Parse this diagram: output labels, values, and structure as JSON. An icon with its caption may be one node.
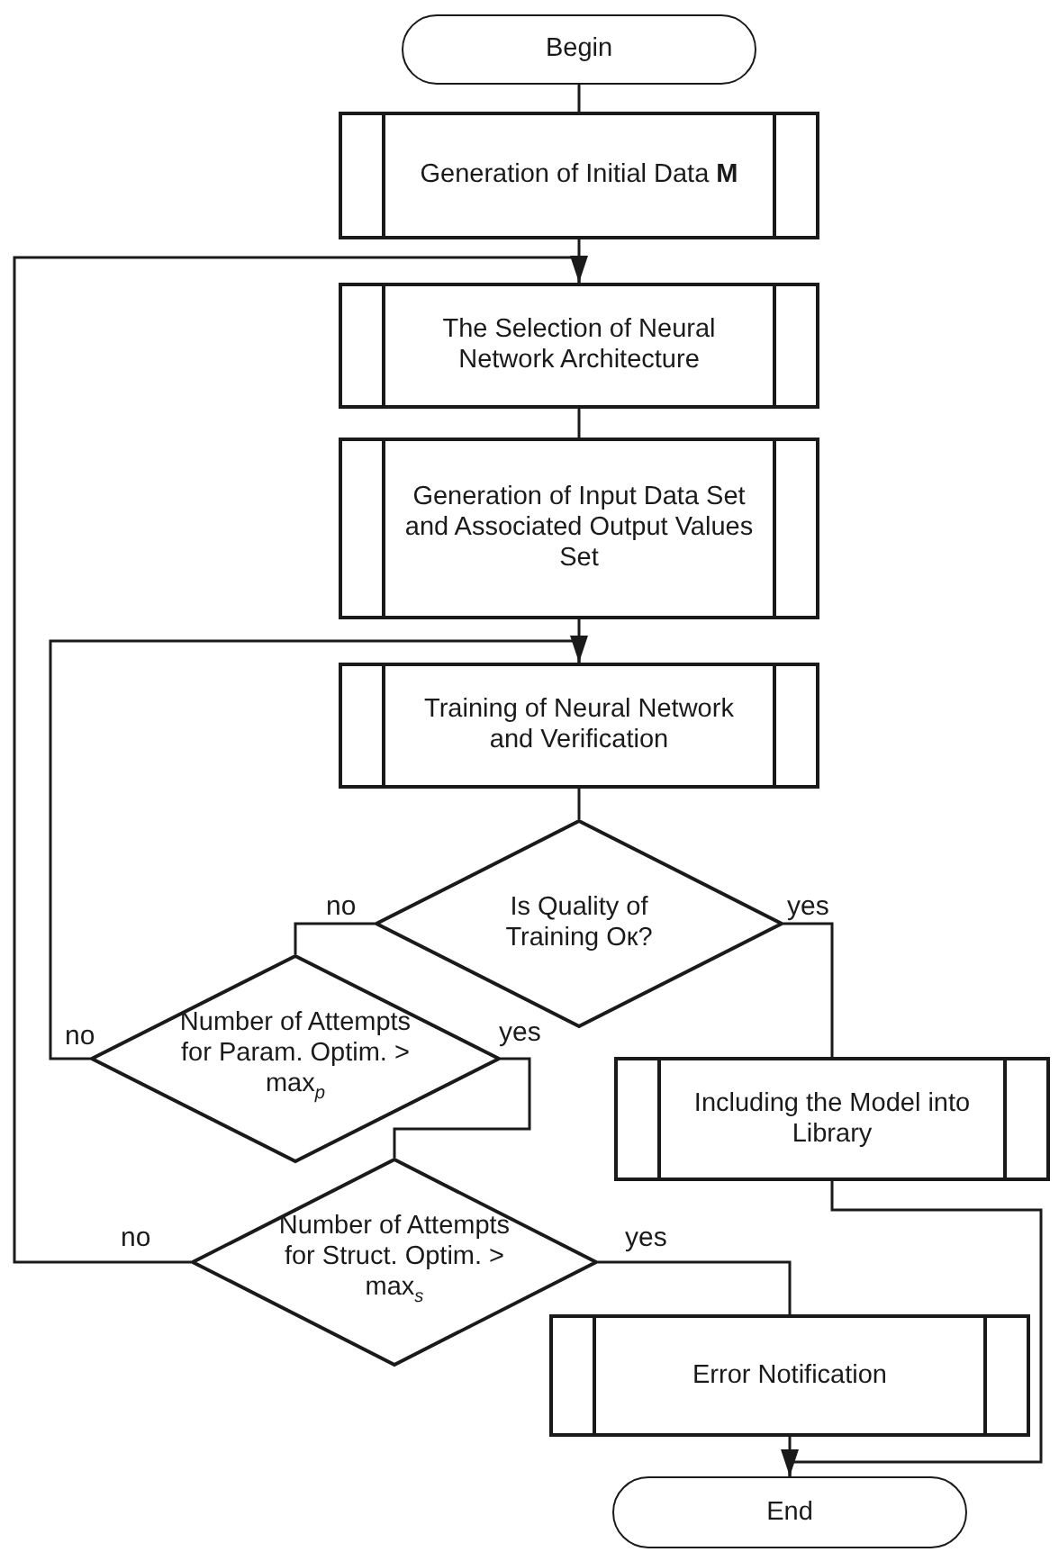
{
  "diagram": {
    "nodes": [
      {
        "text": [
          "Begin"
        ]
      },
      {
        "text": [
          "Generation of Initial Data **M**"
        ]
      },
      {
        "text": [
          "The Selection of Neural Network Architecture"
        ]
      },
      {
        "text": [
          "Generation of Input Data Set and Associated Output Values Set"
        ]
      },
      {
        "text": [
          "Training of Neural Network and Verification"
        ]
      },
      {
        "text": [
          "Is Quality of Training Oк?"
        ]
      },
      {
        "text": [
          "Number of Attempts for Param. Optim. > max$_{p}$"
        ]
      },
      {
        "text": [
          "Including the Model into Library"
        ]
      },
      {
        "text": [
          "Number of Attempts for Struct. Optim. > max$_{s}$"
        ]
      },
      {
        "text": [
          "Error Notification"
        ]
      },
      {
        "text": [
          "End"
        ]
      }
    ],
    "edges": [
      {
        "from": 0,
        "to": 1,
        "arrow": "none"
      },
      {
        "from": 1,
        "to": 2,
        "arrow": "none"
      },
      {
        "from": 2,
        "to": 3,
        "arrow": "none"
      },
      {
        "from": 3,
        "to": 4,
        "arrow": "none"
      },
      {
        "from": 4,
        "to": 5,
        "arrow": "none"
      },
      {
        "from": 5,
        "to": 6,
        "arrow": "none",
        "label": "no"
      },
      {
        "from": 6,
        "to": 4,
        "arrow": "to",
        "label": "no"
      },
      {
        "from": 6,
        "to": 8,
        "arrow": "none",
        "label": "yes"
      },
      {
        "from": 8,
        "to": 2,
        "arrow": "to",
        "label": "no"
      },
      {
        "from": 8,
        "to": 9,
        "arrow": "none",
        "label": "yes"
      },
      {
        "from": 5,
        "to": 7,
        "arrow": "none",
        "label": "yes"
      },
      {
        "from": 9,
        "to": 10,
        "arrow": "none"
      },
      {
        "from": 7,
        "to": 10,
        "arrow": "to"
      }
    ]
  }
}
